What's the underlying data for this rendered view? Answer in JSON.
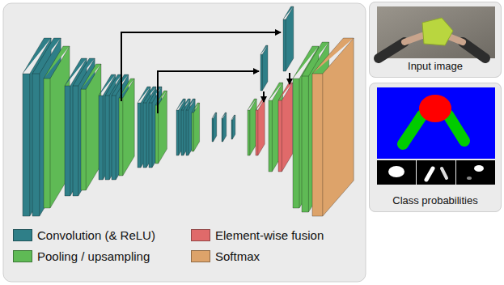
{
  "diagram": {
    "nodes": [
      {
        "text": [
          "Input image"
        ]
      },
      {
        "text": [
          "Class probabilities"
        ]
      }
    ],
    "legend": [
      {
        "text": "Convolution (& ReLU)",
        "color": "#2f7f88"
      },
      {
        "text": "Pooling / upsampling",
        "color": "#5fba55"
      },
      {
        "text": "Element-wise fusion",
        "color": "#e06a6a"
      },
      {
        "text": "Softmax",
        "color": "#dda36a"
      }
    ]
  }
}
